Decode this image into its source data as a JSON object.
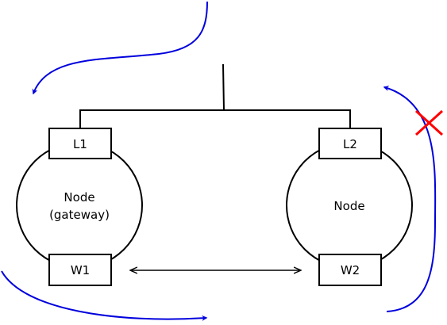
{
  "nodes": {
    "left": {
      "line1": "Node",
      "line2": "(gateway)"
    },
    "right": {
      "label": "Node"
    }
  },
  "ports": {
    "l1": "L1",
    "l2": "L2",
    "w1": "W1",
    "w2": "W2"
  },
  "colors": {
    "stroke": "#000000",
    "flow_arrow": "#0000dd",
    "blocked_mark": "#ff0000"
  }
}
